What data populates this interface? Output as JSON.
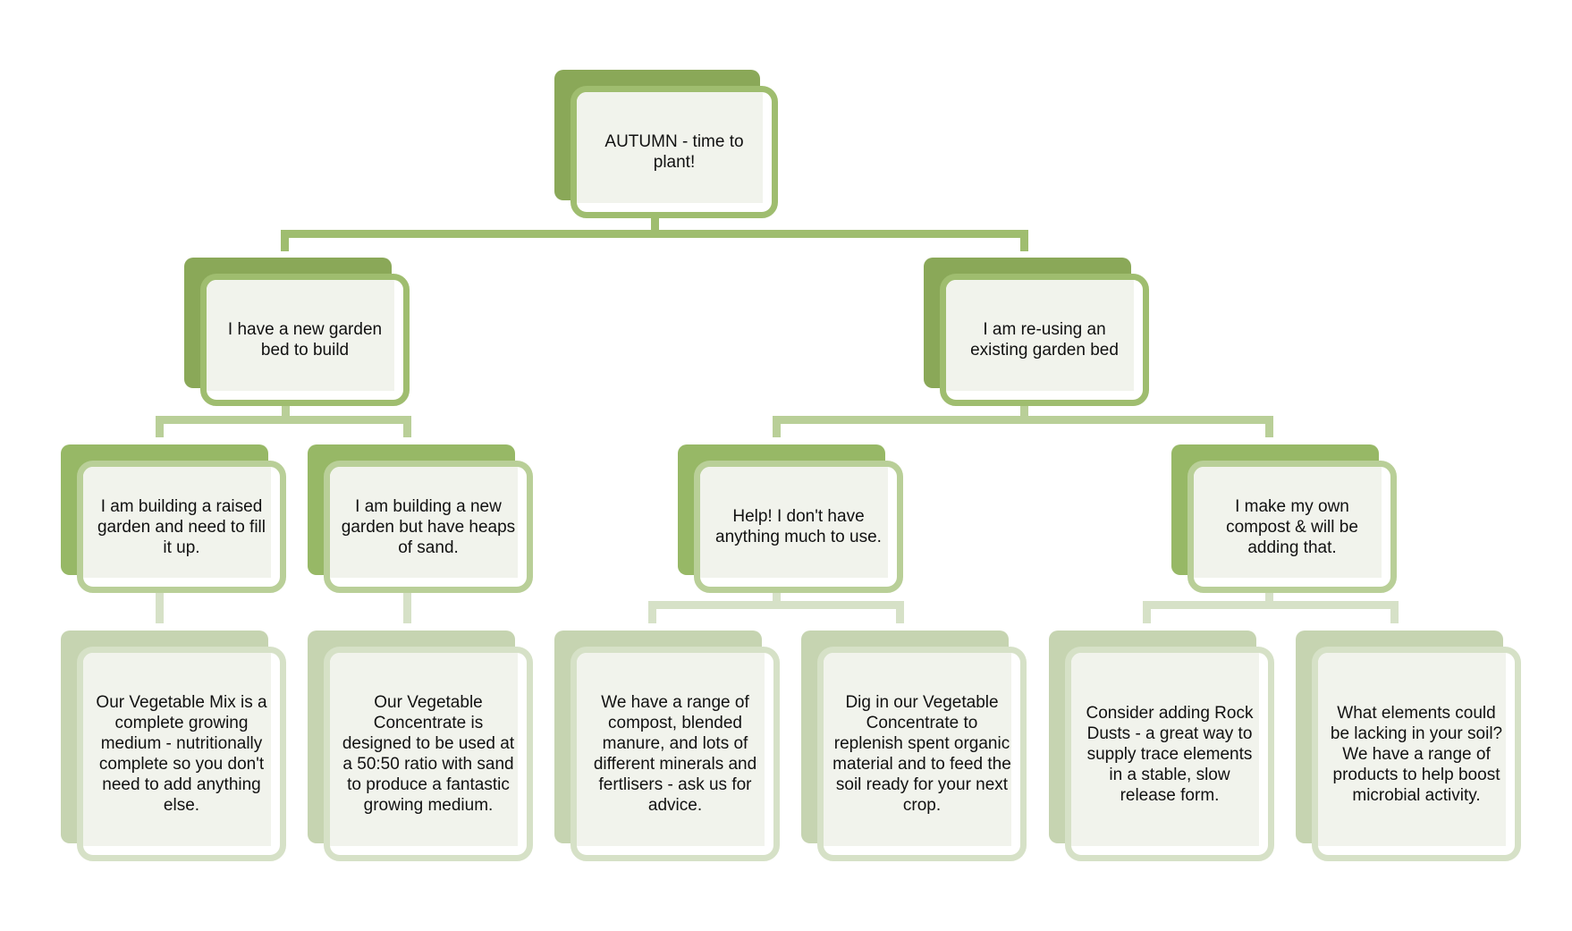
{
  "diagram": {
    "root": {
      "text": "AUTUMN - time to plant!"
    },
    "branches": [
      {
        "text": "I have a new garden bed to build",
        "children": [
          {
            "text": "I am building a raised garden and need to fill it up.",
            "advice": "Our Vegetable Mix is a complete growing medium - nutritionally complete so you don't need to add anything else."
          },
          {
            "text": "I am building a new garden but have heaps of sand.",
            "advice": "Our Vegetable Concentrate is designed to be used at a 50:50 ratio with sand to produce a fantastic growing medium."
          }
        ]
      },
      {
        "text": "I am re-using an existing garden bed",
        "children": [
          {
            "text": "Help! I don't have anything much to use.",
            "advice": [
              "We have a range of compost, blended manure, and lots of different minerals and fertlisers - ask us for advice.",
              "Dig in our Vegetable Concentrate to replenish spent organic material and to feed the soil ready for your next crop."
            ]
          },
          {
            "text": "I make my own compost & will be adding that.",
            "advice": [
              "Consider adding Rock Dusts - a great way to supply trace elements in a stable, slow release form.",
              "What elements could be lacking in your soil? We have a range of products to help boost microbial activity."
            ]
          }
        ]
      }
    ],
    "colors": {
      "dark_green": "#8aa858",
      "mid_green": "#9fbd6f",
      "light_green": "#b9cf98",
      "pale_green": "#d6e1c7",
      "card_fill": "#f1f3ec"
    }
  }
}
